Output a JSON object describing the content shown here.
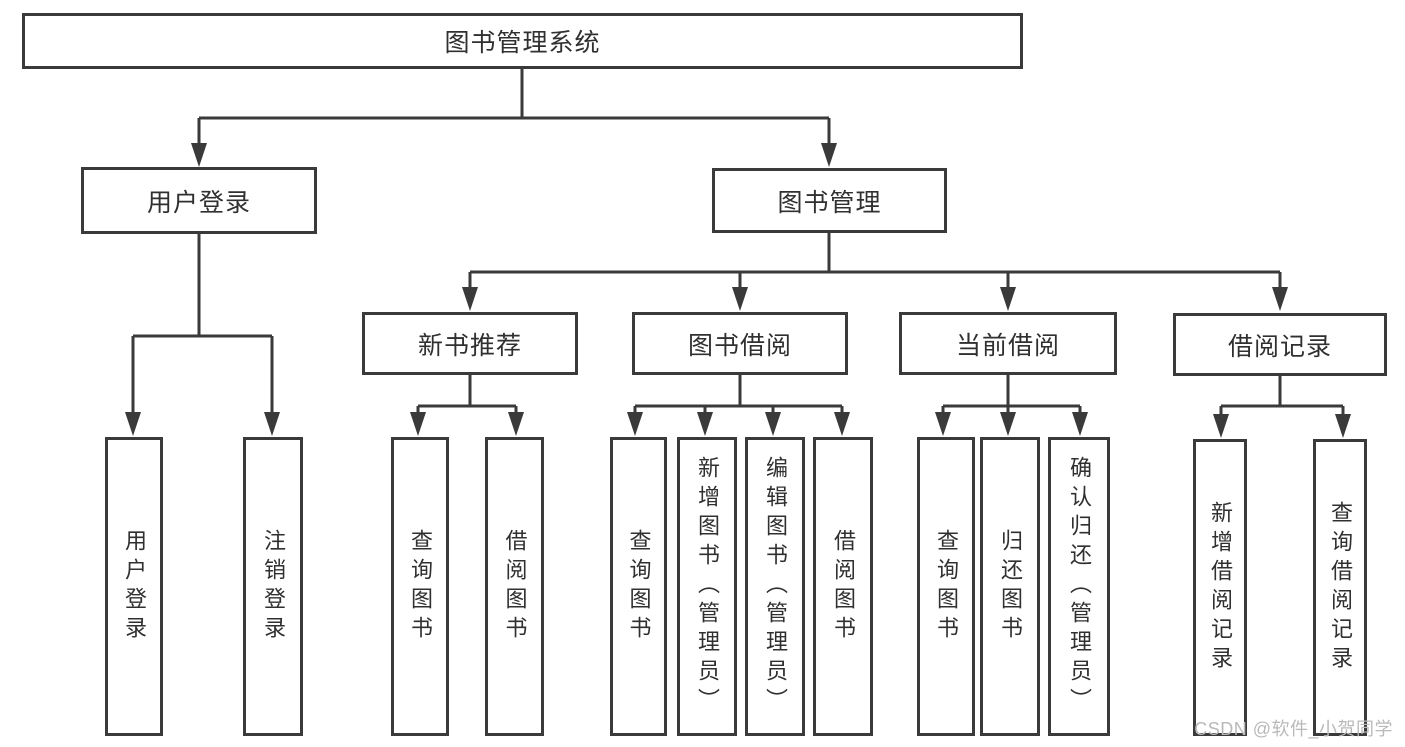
{
  "diagram": {
    "root": {
      "label": "图书管理系统"
    },
    "user_login": {
      "label": "用户登录",
      "children": {
        "login": {
          "label": "用户登录"
        },
        "logout": {
          "label": "注销登录"
        }
      }
    },
    "book_mgmt": {
      "label": "图书管理",
      "children": {
        "new_book_rec": {
          "label": "新书推荐",
          "children": {
            "query_books": {
              "label": "查询图书"
            },
            "borrow_books": {
              "label": "借阅图书"
            }
          }
        },
        "book_borrow": {
          "label": "图书借阅",
          "children": {
            "query_books": {
              "label": "查询图书"
            },
            "add_books": {
              "label": "新增图书（管理员）"
            },
            "edit_books": {
              "label": "编辑图书（管理员）"
            },
            "borrow_books": {
              "label": "借阅图书"
            }
          }
        },
        "current_borrow": {
          "label": "当前借阅",
          "children": {
            "query_books": {
              "label": "查询图书"
            },
            "return_books": {
              "label": "归还图书"
            },
            "confirm_return": {
              "label": "确认归还（管理员）"
            }
          }
        },
        "borrow_records": {
          "label": "借阅记录",
          "children": {
            "add_record": {
              "label": "新增借阅记录"
            },
            "query_record": {
              "label": "查询借阅记录"
            }
          }
        }
      }
    }
  },
  "watermark": {
    "text": "CSDN @软件_小贺同学"
  },
  "colors": {
    "line": "#3a3a3a",
    "text": "#303030",
    "watermark": "#b9b9b9",
    "background": "#ffffff"
  }
}
